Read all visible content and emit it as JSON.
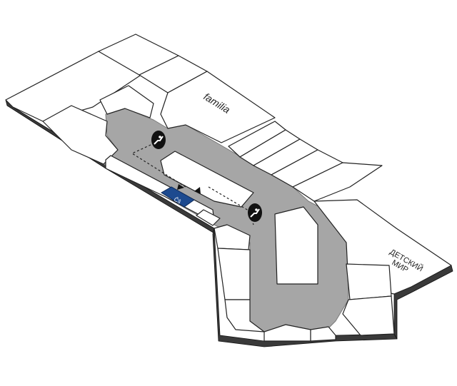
{
  "stores": {
    "familia_label": "familia",
    "detsky_mir_line1": "ДЕТСКИЙ",
    "detsky_mir_line2": "МИР"
  },
  "highlight": {
    "logo_text": "Ĉŝ",
    "color": "#1d4a8f"
  },
  "colors": {
    "corridor": "#a6a6a6",
    "store_fill": "#ffffff",
    "outline": "#222222",
    "escalator_badge": "#111111"
  },
  "icons": {
    "escalator_a": "escalator-icon",
    "escalator_b": "escalator-icon",
    "arrow_a": "arrow-right-icon",
    "arrow_b": "arrow-left-icon"
  }
}
